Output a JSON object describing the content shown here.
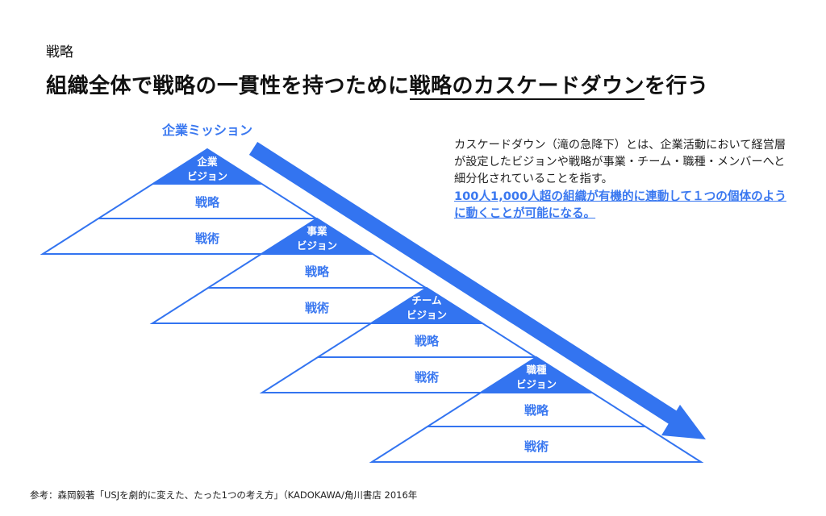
{
  "kicker": "戦略",
  "title": {
    "before": "組織全体で戦略の一貫性を持つために",
    "underlined": "戦略のカスケードダウン",
    "after": "を行う"
  },
  "diagram": {
    "mission": "企業ミッション",
    "pyramids": [
      {
        "vision_line1": "企業",
        "vision_line2": "ビジョン",
        "strategy": "戦略",
        "tactics": "戦術"
      },
      {
        "vision_line1": "事業",
        "vision_line2": "ビジョン",
        "strategy": "戦略",
        "tactics": "戦術"
      },
      {
        "vision_line1": "チーム",
        "vision_line2": "ビジョン",
        "strategy": "戦略",
        "tactics": "戦術"
      },
      {
        "vision_line1": "職種",
        "vision_line2": "ビジョン",
        "strategy": "戦略",
        "tactics": "戦術"
      }
    ],
    "accent_color": "#3374f0"
  },
  "description": {
    "body": "カスケードダウン（滝の急降下）とは、企業活動において経営層が設定したビジョンや戦略が事業・チーム・職種・メンバーへと細分化されていることを指す。",
    "emphasis": "100人1,000人超の組織が有機的に連動して１つの個体のように動くことが可能になる。"
  },
  "footnote": "参考：森岡毅著「USJを劇的に変えた、たった1つの考え方」（KADOKAWA/角川書店 2016年"
}
